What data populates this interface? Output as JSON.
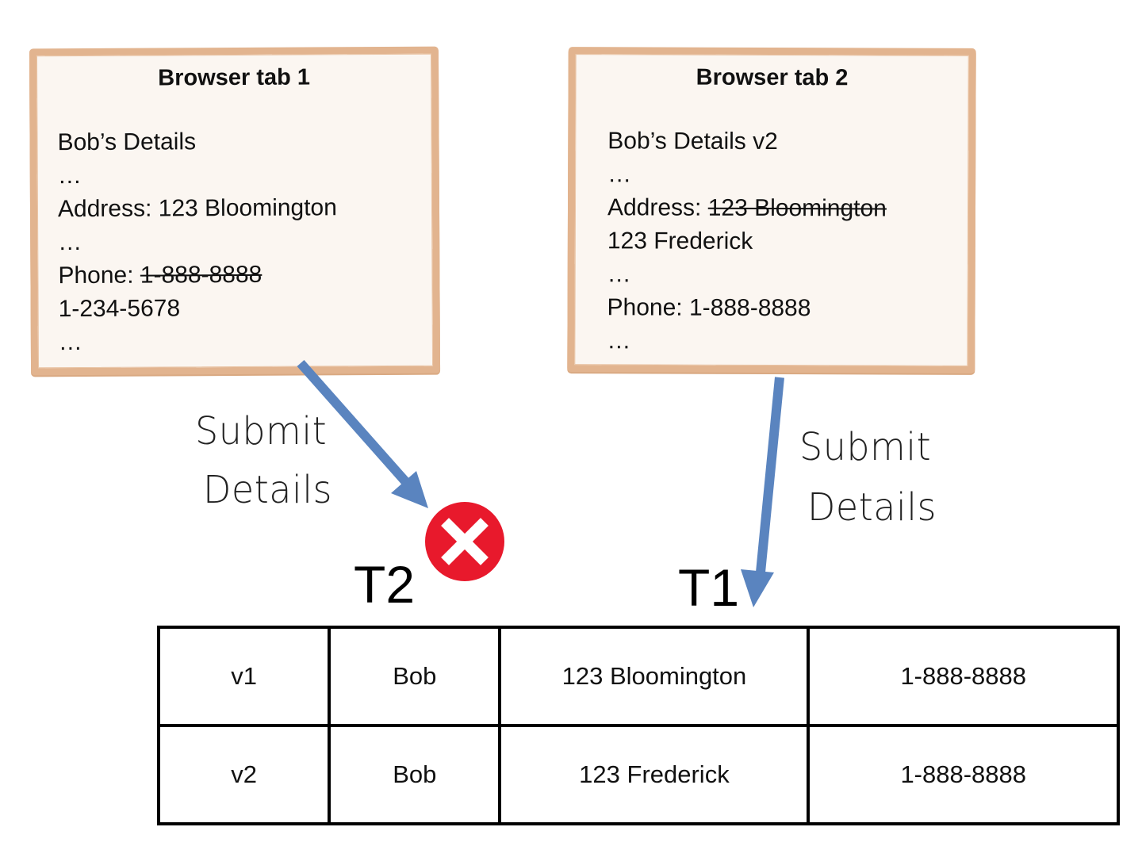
{
  "browser_tab_1": {
    "title": "Browser tab 1",
    "heading": "Bob’s Details",
    "ellipsis_1": "…",
    "address_label": "Address:",
    "address_value": "123 Bloomington",
    "ellipsis_2": "…",
    "phone_label": "Phone:",
    "phone_old": "1-888-8888",
    "phone_new": "1-234-5678",
    "ellipsis_3": "…"
  },
  "browser_tab_2": {
    "title": "Browser tab 2",
    "heading": "Bob’s Details v2",
    "ellipsis_1": "…",
    "address_label": "Address:",
    "address_old": "123 Bloomington",
    "address_new": "123 Frederick",
    "ellipsis_2": "…",
    "phone_label": "Phone:",
    "phone_value": "1-888-8888",
    "ellipsis_3": "…"
  },
  "arrow_left_label": {
    "line1": "Submit",
    "line2": "Details"
  },
  "arrow_right_label": {
    "line1": "Submit",
    "line2": "Details"
  },
  "time_labels": {
    "t2": "T2",
    "t1": "T1"
  },
  "error_icon": "x-circle-icon",
  "colors": {
    "arrow": "#5a84bf",
    "error": "#e8192c",
    "card_border": "#e2b48f",
    "card_fill": "#fbf6f1"
  },
  "versions_table": {
    "rows": [
      [
        "v1",
        "Bob",
        "123 Bloomington",
        "1-888-8888"
      ],
      [
        "v2",
        "Bob",
        "123 Frederick",
        "1-888-8888"
      ]
    ]
  }
}
